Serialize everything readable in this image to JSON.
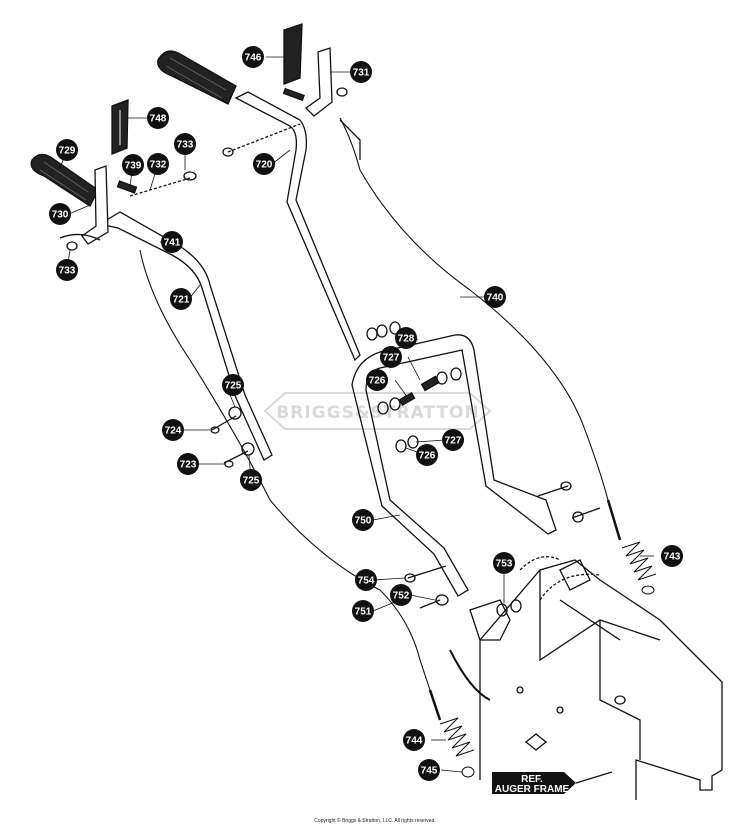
{
  "watermark": "BRIGGS&STRATTON",
  "ref_label": {
    "line1": "REF.",
    "line2": "AUGER FRAME"
  },
  "copyright": "Copyright © Briggs & Stratton, LLC. All rights reserved.",
  "parts": [
    "720",
    "721",
    "723",
    "724",
    "725",
    "726",
    "727",
    "728",
    "729",
    "730",
    "731",
    "732",
    "733",
    "739",
    "740",
    "741",
    "743",
    "744",
    "745",
    "746",
    "748",
    "750",
    "751",
    "752",
    "753",
    "754"
  ],
  "colors": {
    "ink": "#111111",
    "watermark": "#d9d9d9",
    "paper": "#ffffff"
  }
}
